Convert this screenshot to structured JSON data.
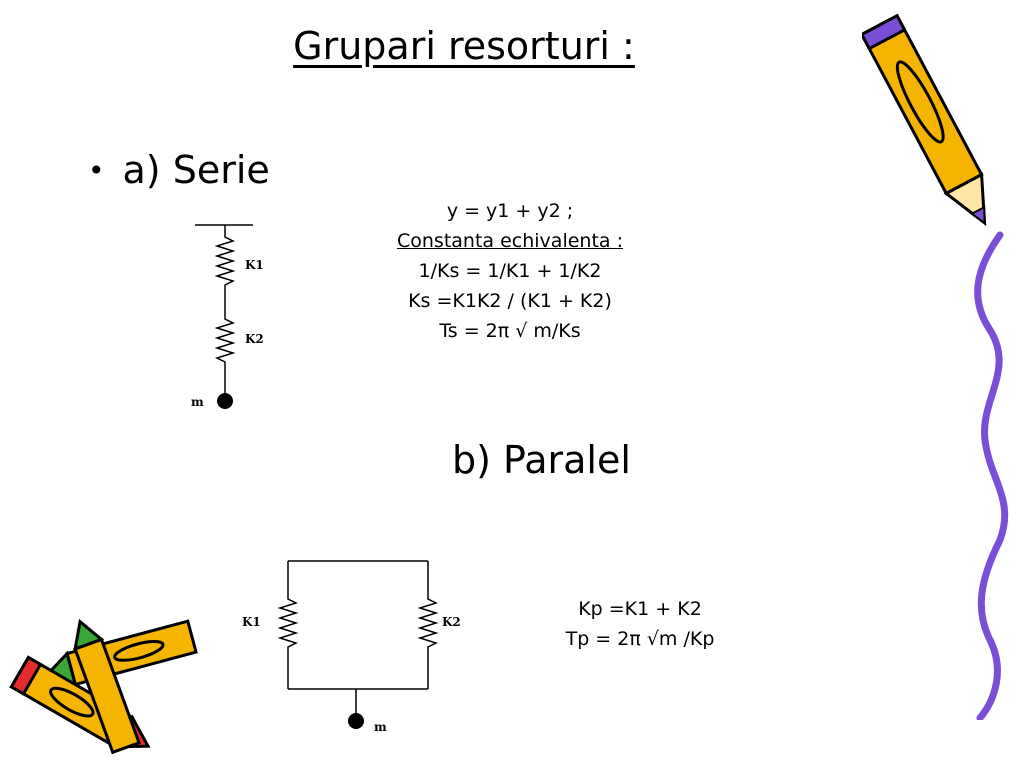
{
  "slide": {
    "title": "Grupari resorturi :",
    "bullet_marker": "•",
    "section_a": "a) Serie",
    "section_b": "b) Paralel"
  },
  "serie": {
    "formulas": [
      "y = y1 + y2 ;",
      "Constanta echivalenta :",
      "1/Ks = 1/K1 + 1/K2",
      "Ks =K1K2 / (K1 + K2)",
      "Ts = 2π √ m/Ks"
    ],
    "labels": {
      "k1": "K1",
      "k2": "K2",
      "mass": "m"
    }
  },
  "paralel": {
    "formulas": [
      "Kp =K1 + K2",
      "Tp = 2π √m /Kp"
    ],
    "labels": {
      "k1": "K1",
      "k2": "K2",
      "mass": "m"
    }
  },
  "decorations": [
    "pencil-icon",
    "crayon-icon",
    "squiggle-line"
  ]
}
